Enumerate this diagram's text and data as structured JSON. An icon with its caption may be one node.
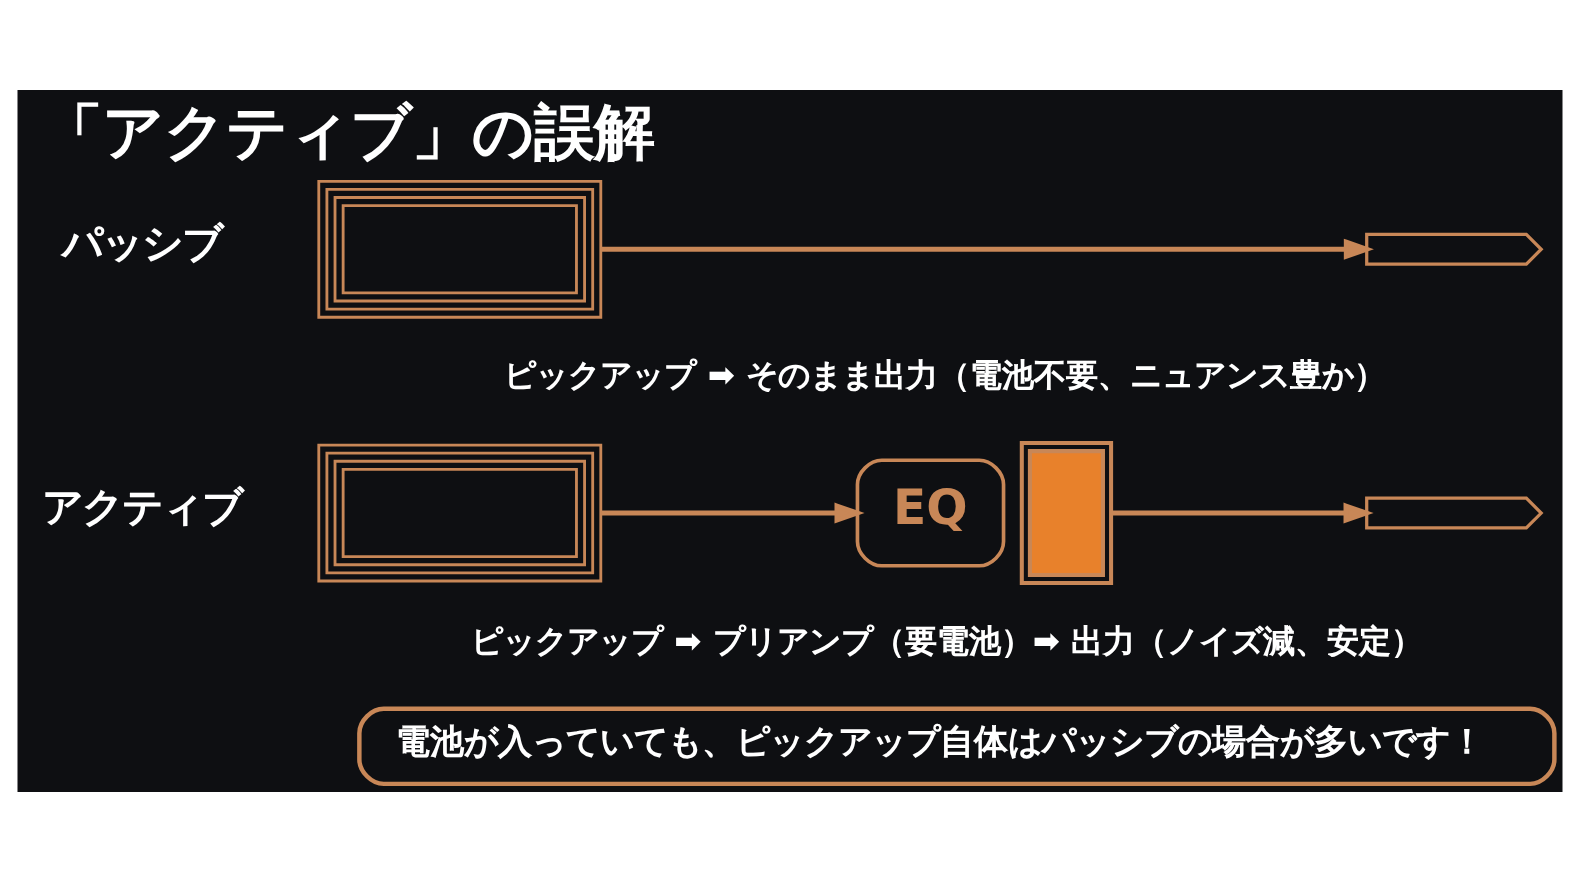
{
  "diagram": {
    "title": "「アクティブ」の誤解",
    "nodes": [
      {
        "text": [],
        "shape": "picture"
      },
      {
        "text": [],
        "shape": "picture"
      },
      {
        "text": [],
        "shape": "picture"
      },
      {
        "text": [
          "EQ"
        ]
      },
      {
        "text": [],
        "shape": "picture"
      },
      {
        "text": [],
        "shape": "picture"
      },
      {
        "text": [
          "電池が入っていても、ピックアップ自体はパッシブの場合が多いです！"
        ]
      }
    ],
    "edges": [
      {
        "from": 0,
        "to": 1,
        "arrow": "to"
      },
      {
        "from": 2,
        "to": 3,
        "arrow": "to"
      },
      {
        "from": 4,
        "to": 5,
        "arrow": "to"
      }
    ],
    "labels": [
      "パッシブ",
      "ピックアップ ➡ そのまま出力（電池不要、ニュアンス豊か）",
      "アクティブ",
      "ピックアップ ➡ プリアンプ（要電池）➡ 出力（ノイズ減、安定）"
    ]
  }
}
